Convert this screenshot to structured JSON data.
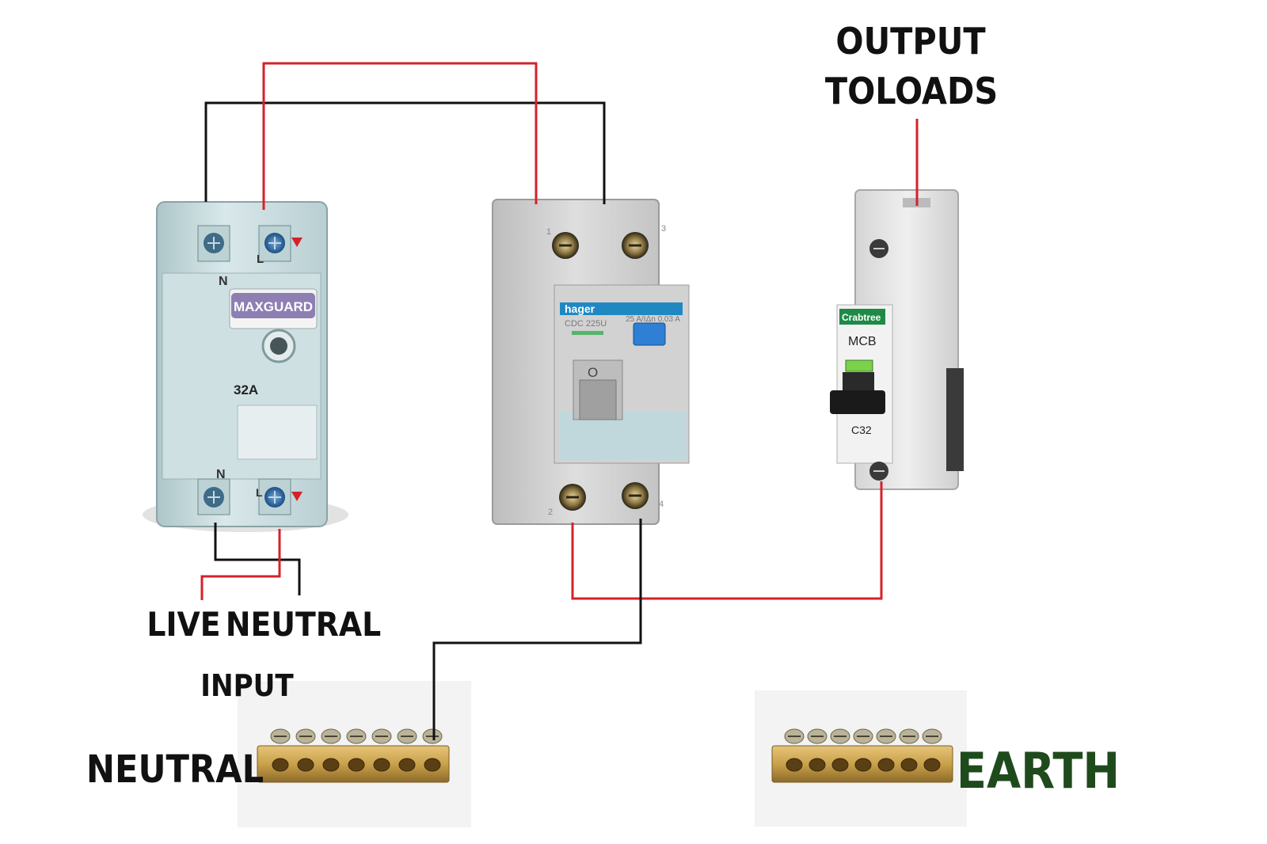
{
  "labels": {
    "output_line1": "OUTPUT",
    "output_line2": "TOLOADS",
    "live": "LIVE",
    "neutral_input": "NEUTRAL",
    "input": "INPUT",
    "neutral_bar": "NEUTRAL",
    "earth": "EARTH"
  },
  "devices": {
    "isolator": {
      "brand": "MAXGUARD",
      "rating": "32A",
      "terminal_n_top": "N",
      "terminal_l_top": "L",
      "terminal_n_bottom": "N",
      "terminal_l_bottom": "L"
    },
    "rcd": {
      "brand": "hager",
      "model": "CDC 225U",
      "rating": "25 A/IΔn 0.03 A",
      "switch_mark": "O",
      "term_1": "1",
      "term_2": "2",
      "term_3": "3",
      "term_4": "4"
    },
    "mcb": {
      "brand": "Crabtree",
      "type": "MCB",
      "rating": "C32"
    }
  },
  "colors": {
    "live_wire": "#d6212b",
    "neutral_wire": "#111111",
    "earth_text": "#1f4a1c",
    "brass": "#c9a14a"
  },
  "icons": [
    "terminal-screw-icon",
    "test-button-icon",
    "toggle-lever-icon",
    "busbar-screw-icon"
  ]
}
